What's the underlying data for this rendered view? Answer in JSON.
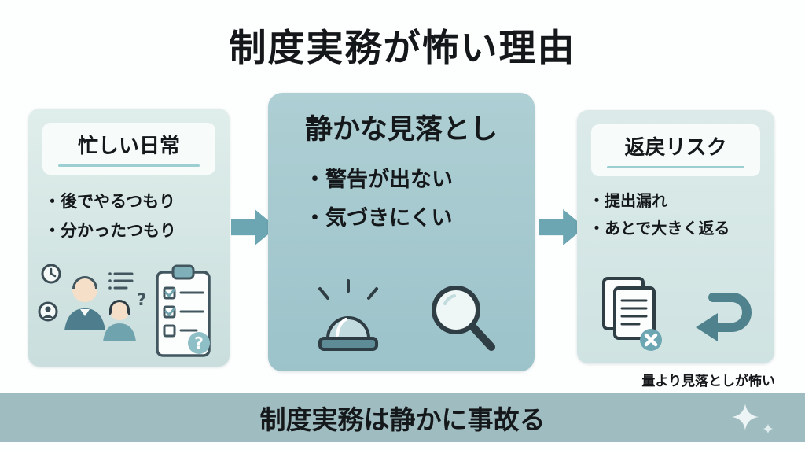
{
  "title": "制度実務が怖い理由",
  "cards": [
    {
      "title": "忙しい日常",
      "bullets": [
        "・後でやるつもり",
        "・分かったつもり"
      ]
    },
    {
      "title": "静かな見落とし",
      "bullets": [
        "・警告が出ない",
        "・気づきにくい"
      ]
    },
    {
      "title": "返戻リスク",
      "bullets": [
        "・提出漏れ",
        "・あとで大きく返る"
      ]
    }
  ],
  "caption": "量より見落としが怖い",
  "footer": {
    "text": "制度実務は静かに事故る"
  },
  "icons": {
    "card_left": [
      "clock-icon",
      "person-badge-icon",
      "busy-workers-illustration",
      "memo-list-icon",
      "clipboard-checklist-icon",
      "question-badge"
    ],
    "card_mid": [
      "alarm-light-icon",
      "magnifying-glass-icon"
    ],
    "card_right": [
      "documents-x-icon",
      "return-arrow-icon"
    ],
    "footer": [
      "sparkle-icon"
    ]
  },
  "colors": {
    "card_light": "#d8e9e6",
    "card_mid": "#a6cad0",
    "arrow": "#6ca6b3",
    "footer_bg": "#9fbcc1",
    "accent_teal": "#7fb0ba",
    "outline": "#3c4e55",
    "text": "#15181a"
  }
}
